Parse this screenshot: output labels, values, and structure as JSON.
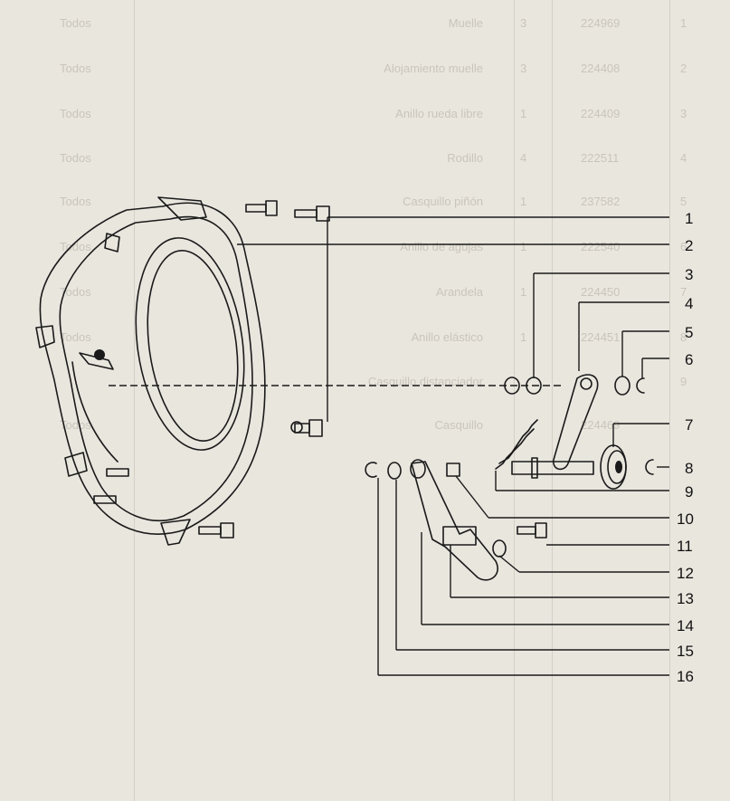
{
  "background_table": {
    "rows": [
      {
        "idx": "1",
        "code": "224969",
        "qty": "3",
        "name": "Muelle",
        "models": "Todos"
      },
      {
        "idx": "2",
        "code": "224408",
        "qty": "3",
        "name": "Alojamiento muelle",
        "models": "Todos"
      },
      {
        "idx": "3",
        "code": "224409",
        "qty": "1",
        "name": "Anillo rueda libre",
        "models": "Todos"
      },
      {
        "idx": "4",
        "code": "222511",
        "qty": "4",
        "name": "Rodillo",
        "models": "Todos"
      },
      {
        "idx": "5",
        "code": "237582",
        "qty": "1",
        "name": "Casquillo piñón",
        "models": "Todos"
      },
      {
        "idx": "6",
        "code": "222540",
        "qty": "1",
        "name": "Anillo de agujas",
        "models": "Todos"
      },
      {
        "idx": "7",
        "code": "224450",
        "qty": "1",
        "name": "Arandela",
        "models": "Todos"
      },
      {
        "idx": "8",
        "code": "224451",
        "qty": "1",
        "name": "Anillo elástico",
        "models": "Todos"
      },
      {
        "idx": "9",
        "code": "",
        "qty": "",
        "name": "Casquillo distanciador",
        "models": ""
      },
      {
        "idx": "",
        "code": "224469",
        "qty": "",
        "name": "Casquillo",
        "models": "Todos"
      }
    ]
  },
  "callouts": [
    "1",
    "2",
    "3",
    "4",
    "5",
    "6",
    "7",
    "8",
    "9",
    "10",
    "11",
    "12",
    "13",
    "14",
    "15",
    "16"
  ],
  "colors": {
    "paper": "#e9e6de",
    "ink": "#1a1a1a",
    "ghost": "#c9c5bc"
  }
}
